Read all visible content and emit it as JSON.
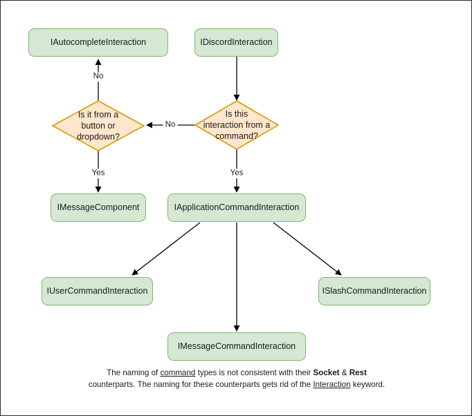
{
  "diagram": {
    "title": "Discord interaction type decision flowchart",
    "colors": {
      "box_fill": "#d5e8d4",
      "box_stroke": "#82b366",
      "diamond_fill": "#ffe6cc",
      "diamond_stroke": "#d79b00",
      "edge": "#000000",
      "text": "#1a1a1a",
      "frame": "#2b2b2b",
      "background": "#ffffff"
    },
    "nodes": [
      {
        "id": "autocomplete",
        "type": "box",
        "label": "IAutocompleteInteraction"
      },
      {
        "id": "discord",
        "type": "box",
        "label": "IDiscordInteraction"
      },
      {
        "id": "decision_button",
        "type": "diamond",
        "line1": "Is it from a",
        "line2": "button or",
        "line3": "dropdown?"
      },
      {
        "id": "decision_command",
        "type": "diamond",
        "line1": "Is this",
        "line2": "interaction from a",
        "line3": "command?"
      },
      {
        "id": "messagecomponent",
        "type": "box",
        "label": "IMessageComponent"
      },
      {
        "id": "appcommand",
        "type": "box",
        "label": "IApplicationCommandInteraction"
      },
      {
        "id": "usercommand",
        "type": "box",
        "label": "IUserCommandInteraction"
      },
      {
        "id": "messagecommand",
        "type": "box",
        "label": "IMessageCommandInteraction"
      },
      {
        "id": "slashcommand",
        "type": "box",
        "label": "ISlashCommandInteraction"
      }
    ],
    "edge_labels": {
      "no_up": "No",
      "no_left": "No",
      "yes_left": "Yes",
      "yes_right": "Yes"
    },
    "caption": {
      "part1": "The naming of ",
      "underline1": "command",
      "part2": " types is not consistent with their",
      "bold1": "Socket",
      "part3": " & ",
      "bold2": "Rest",
      "part4": " counterparts. The naming for these counterparts gets rid of the ",
      "underline2": "Interaction",
      "part5": " keyword."
    }
  }
}
